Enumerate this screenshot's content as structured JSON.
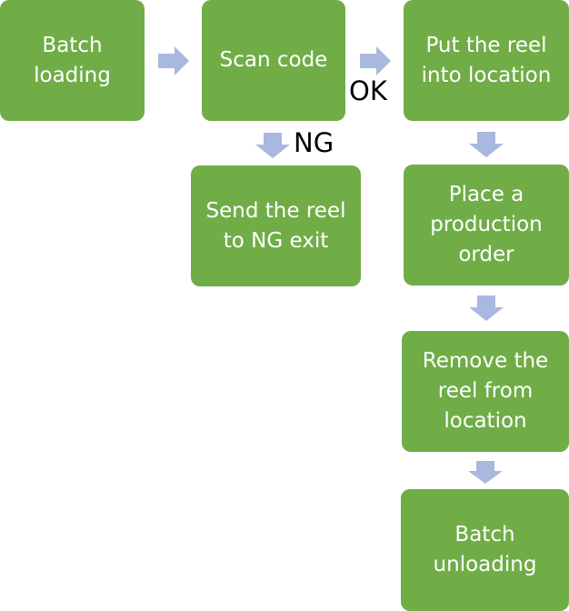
{
  "colors": {
    "box_fill": "#70ad47",
    "box_text": "#ffffff",
    "arrow_fill": "#a9b8df",
    "edge_label_text": "#000000"
  },
  "nodes": {
    "batch_loading": "Batch\nloading",
    "scan_code": "Scan code",
    "put_reel": "Put the reel\ninto location",
    "send_ng": "Send the reel\nto NG exit",
    "place_order": "Place a\nproduction\norder",
    "remove_reel": "Remove the\nreel from\nlocation",
    "batch_unloading": "Batch\nunloading"
  },
  "edge_labels": {
    "ok": "OK",
    "ng": "NG"
  }
}
